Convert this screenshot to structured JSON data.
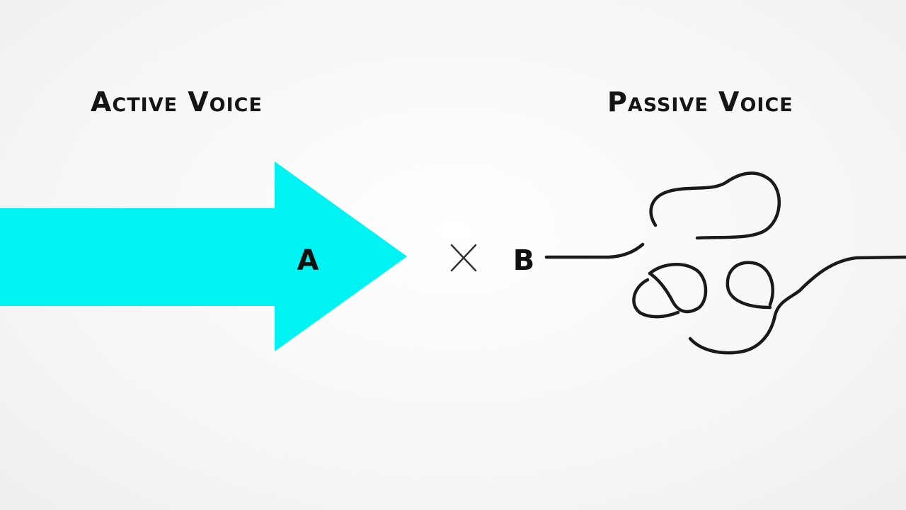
{
  "active": {
    "heading": "Active Voice",
    "subject_letter": "A",
    "arrow_color": "#00F3F3"
  },
  "passive": {
    "heading": "Passive Voice",
    "object_letter": "B",
    "line_color": "#1a1a1a"
  },
  "separator_icon": "multiply-icon"
}
